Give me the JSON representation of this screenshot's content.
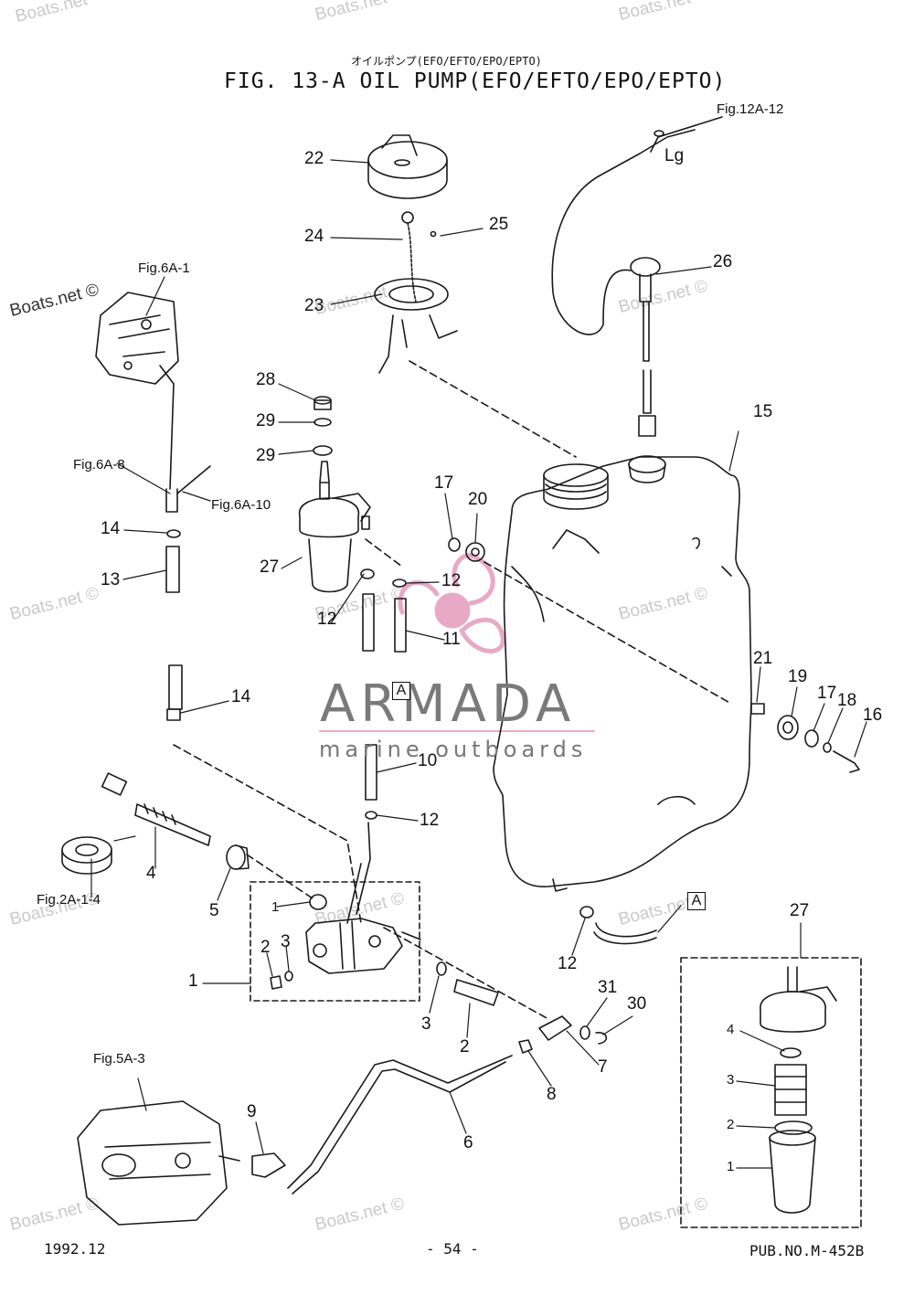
{
  "header": {
    "subtitle_jp": "オイルポンプ(EFO/EFTO/EPO/EPTO)",
    "title": "FIG. 13-A OIL PUMP(EFO/EFTO/EPO/EPTO)"
  },
  "cross_refs": {
    "fig12a12": "Fig.12A-12",
    "lg": "Lg",
    "fig6a1": "Fig.6A-1",
    "fig6a8": "Fig.6A-8",
    "fig6a10": "Fig.6A-10",
    "fig2a14": "Fig.2A-1-4",
    "fig5a3": "Fig.5A-3"
  },
  "callouts": {
    "c22": "22",
    "c24": "24",
    "c25": "25",
    "c23": "23",
    "c26": "26",
    "c15": "15",
    "c28": "28",
    "c29a": "29",
    "c29b": "29",
    "c27a": "27",
    "c17a": "17",
    "c20": "20",
    "c12a": "12",
    "c12b": "12",
    "c11": "11",
    "c14a": "14",
    "c13": "13",
    "c14b": "14",
    "c21": "21",
    "c19": "19",
    "c17b": "17",
    "c18": "18",
    "c16": "16",
    "c10": "10",
    "c12c": "12",
    "c4": "4",
    "c5": "5",
    "c1a": "1",
    "c2a": "2",
    "c3a": "3",
    "c1b": "1",
    "c3b": "3",
    "c2b": "2",
    "c12d": "12",
    "c31": "31",
    "c30": "30",
    "c7": "7",
    "c8": "8",
    "c9": "9",
    "c6": "6",
    "c27b": "27",
    "d4": "4",
    "d3": "3",
    "d2": "2",
    "d1": "1"
  },
  "box_refs": {
    "a1": "A",
    "a2": "A"
  },
  "watermarks": {
    "boats": "Boats.net ©",
    "boats_short": "Boats.net",
    "brand": "ARMADA",
    "brand_tagline": "marine outboards"
  },
  "footer": {
    "date": "1992.12",
    "page": "- 54 -",
    "pub": "PUB.NO.M-452B"
  },
  "colors": {
    "line": "#1a1a1a",
    "watermark_pink": "#e8a9c6",
    "brand_gray": "#777777"
  }
}
